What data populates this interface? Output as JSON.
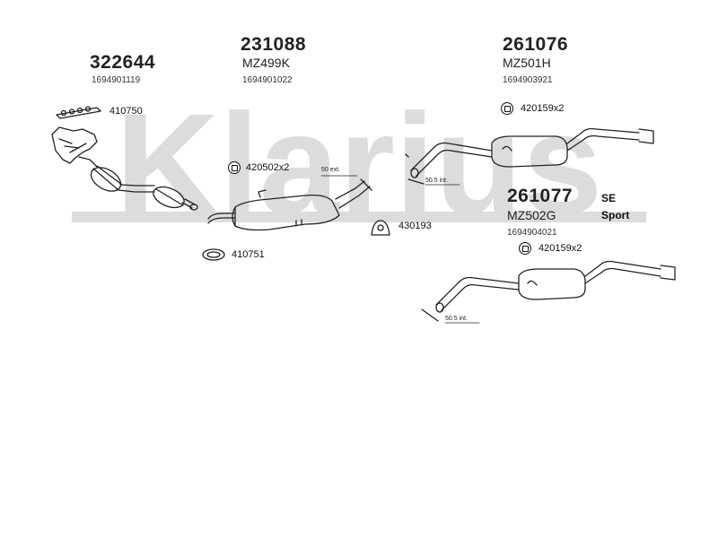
{
  "watermark": {
    "text": "Klarius",
    "color": "#d9d9d9"
  },
  "parts": {
    "p322644": {
      "number": "322644",
      "code": "1694901119"
    },
    "p231088": {
      "number": "231088",
      "model": "MZ499K",
      "code": "1694901022"
    },
    "p261076": {
      "number": "261076",
      "model": "MZ501H",
      "code": "1694903921"
    },
    "p261077": {
      "number": "261077",
      "model": "MZ502G",
      "code": "1694904021"
    }
  },
  "refs": {
    "r410750": "410750",
    "r420502": "420502x2",
    "r430193": "430193",
    "r410751": "410751",
    "r420159_top": "420159x2",
    "r420159_bottom": "420159x2"
  },
  "annotations": {
    "ext50": "50 ext.",
    "int505_top": "50.5 int.",
    "int505_bottom": "50.5 int."
  },
  "variant": {
    "line1": "SE",
    "line2": "Sport"
  },
  "icons": {
    "bolt": "bolt-icon",
    "gasket": "gasket-icon",
    "ring": "ring-icon",
    "hanger": "hanger-icon"
  }
}
